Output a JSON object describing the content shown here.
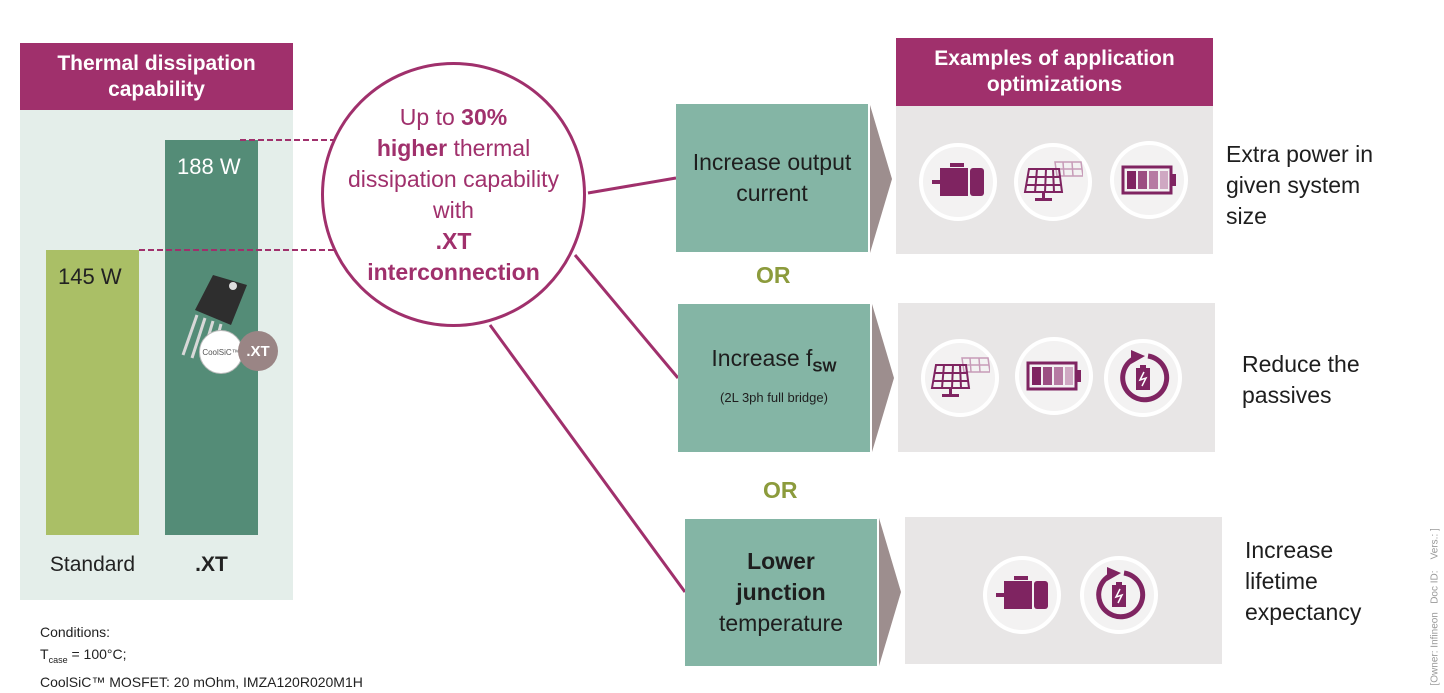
{
  "left": {
    "title": "Thermal dissipation capability",
    "bars": [
      {
        "name": "Standard",
        "value": "145 W"
      },
      {
        "name": ".XT",
        "value": "188 W"
      }
    ],
    "package_badges": [
      "CoolSiC™",
      ".XT"
    ]
  },
  "circle": {
    "pre": "Up to ",
    "pct": "30%",
    "bold1": "higher",
    "mid": " thermal dissipation capability with",
    "bold2": ".XT",
    "bold3": "interconnection"
  },
  "options": [
    {
      "label": "Increase output current",
      "result": "Extra power in given system size",
      "icons": [
        "motor-icon",
        "solar-panel-icon",
        "battery-icon"
      ]
    },
    {
      "label": "Increase f",
      "sub": "SW",
      "note": "(2L 3ph full bridge)",
      "result": "Reduce the passives",
      "icons": [
        "solar-panel-icon",
        "battery-icon",
        "battery-lifecycle-icon"
      ]
    },
    {
      "label_bold": "Lower junction",
      "label_rest": "temperature",
      "result": "Increase lifetime expectancy",
      "icons": [
        "motor-icon",
        "battery-lifecycle-icon"
      ]
    }
  ],
  "or_label": "OR",
  "examples_title": "Examples of application optimizations",
  "conditions": {
    "title": "Conditions:",
    "t": "T",
    "tsub": "case",
    "tval": " = 100°C;",
    "device": "CoolSiC™ MOSFET: 20 mOhm, IMZA120R020M1H"
  },
  "footer": "[Owner: Infineon   Doc ID:    Vers.: ]",
  "colors": {
    "magenta": "#a0306c",
    "green_box": "#84b5a5",
    "standard": "#aabf66",
    "xt": "#548c77"
  }
}
